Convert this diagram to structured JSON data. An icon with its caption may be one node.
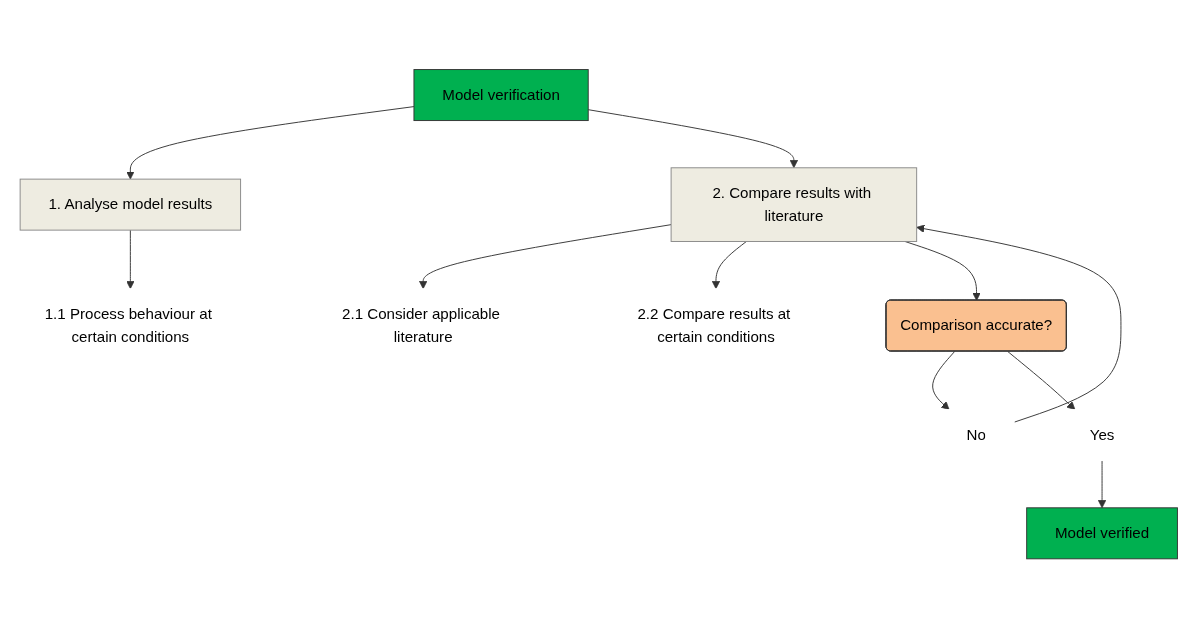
{
  "diagram": {
    "nodes": [
      {
        "text": [
          "Model verification"
        ]
      },
      {
        "text": [
          "1. Analyse model results"
        ]
      },
      {
        "text": [
          "2. Compare results with literature"
        ]
      },
      {
        "text": [
          "Comparison accurate?"
        ]
      },
      {
        "text": [
          "1.1 Process behaviour at certain conditions"
        ]
      },
      {
        "text": [
          "2.1 Consider applicable literature"
        ]
      },
      {
        "text": [
          "2.2 Compare results at certain conditions"
        ]
      },
      {
        "text": [
          "No"
        ]
      },
      {
        "text": [
          "Yes"
        ]
      },
      {
        "text": [
          "Model verified"
        ]
      }
    ],
    "edges": [
      {
        "from": 0,
        "to": 1,
        "arrow": "to"
      },
      {
        "from": 0,
        "to": 2,
        "arrow": "to"
      },
      {
        "from": 1,
        "to": 4,
        "arrow": "to"
      },
      {
        "from": 2,
        "to": 5,
        "arrow": "to"
      },
      {
        "from": 2,
        "to": 6,
        "arrow": "to"
      },
      {
        "from": 2,
        "to": 3,
        "arrow": "to"
      },
      {
        "from": 3,
        "to": 7,
        "arrow": "to"
      },
      {
        "from": 3,
        "to": 8,
        "arrow": "to"
      },
      {
        "from": 7,
        "to": 2,
        "arrow": "to"
      },
      {
        "from": 8,
        "to": 9,
        "arrow": "to"
      }
    ]
  }
}
